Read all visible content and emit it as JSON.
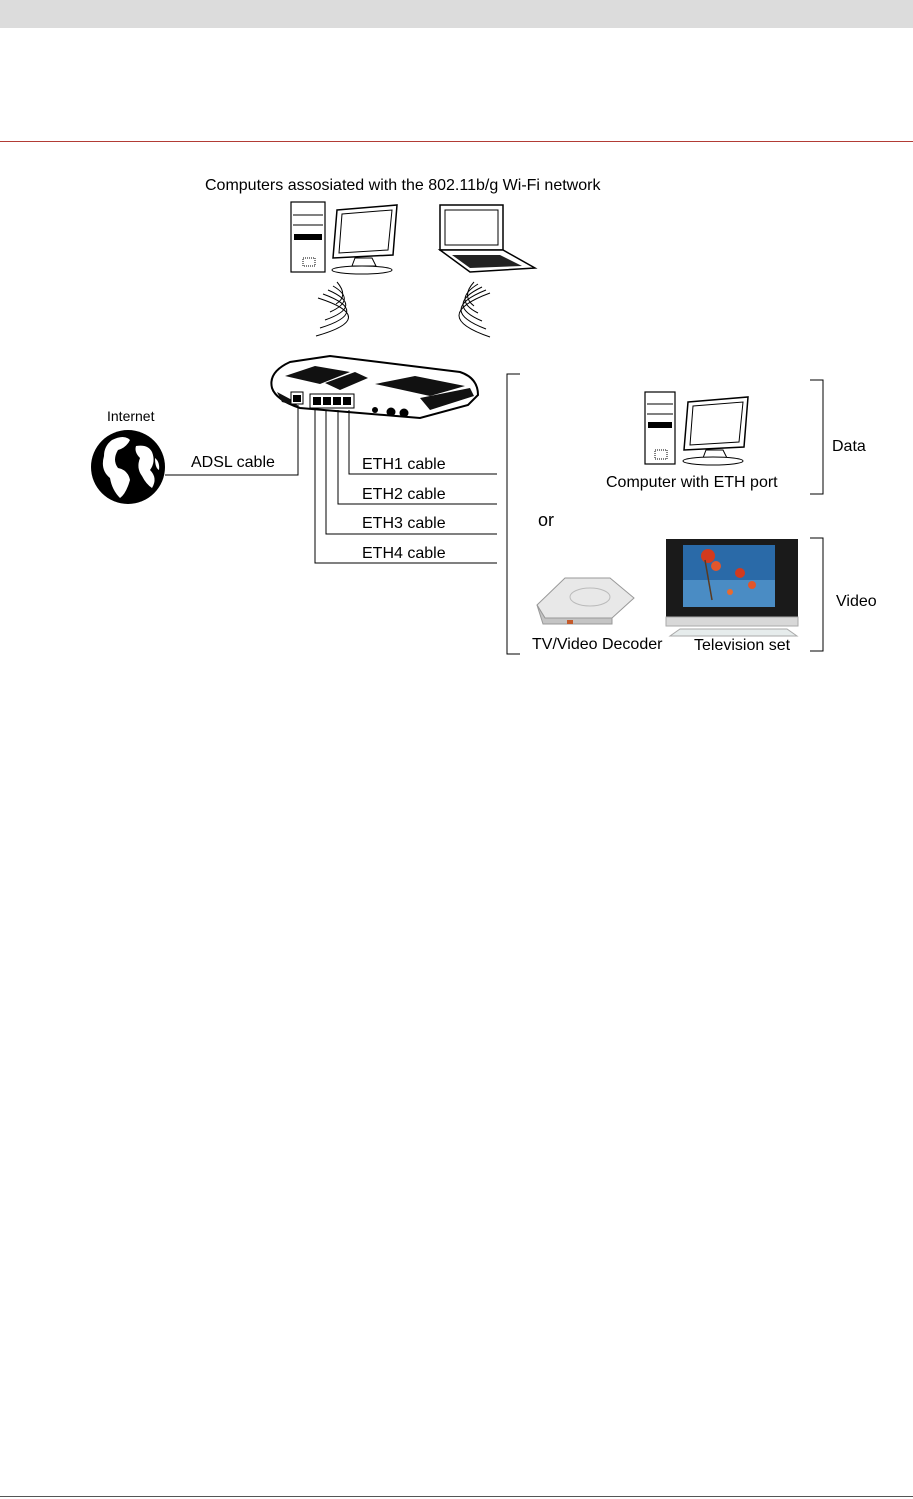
{
  "diagram": {
    "wifi_caption": "Computers assosiated with the 802.11b/g Wi-Fi network",
    "internet_label": "Internet",
    "adsl_label": "ADSL cable",
    "eth1_label": "ETH1 cable",
    "eth2_label": "ETH2 cable",
    "eth3_label": "ETH3 cable",
    "eth4_label": "ETH4 cable",
    "or_label": "or",
    "computer_label": "Computer with ETH port",
    "data_label": "Data",
    "decoder_label": "TV/Video Decoder",
    "tv_label": "Television set",
    "video_label": "Video"
  },
  "colors": {
    "header_bar": "#dcdcdc",
    "rule": "#b23b35"
  }
}
